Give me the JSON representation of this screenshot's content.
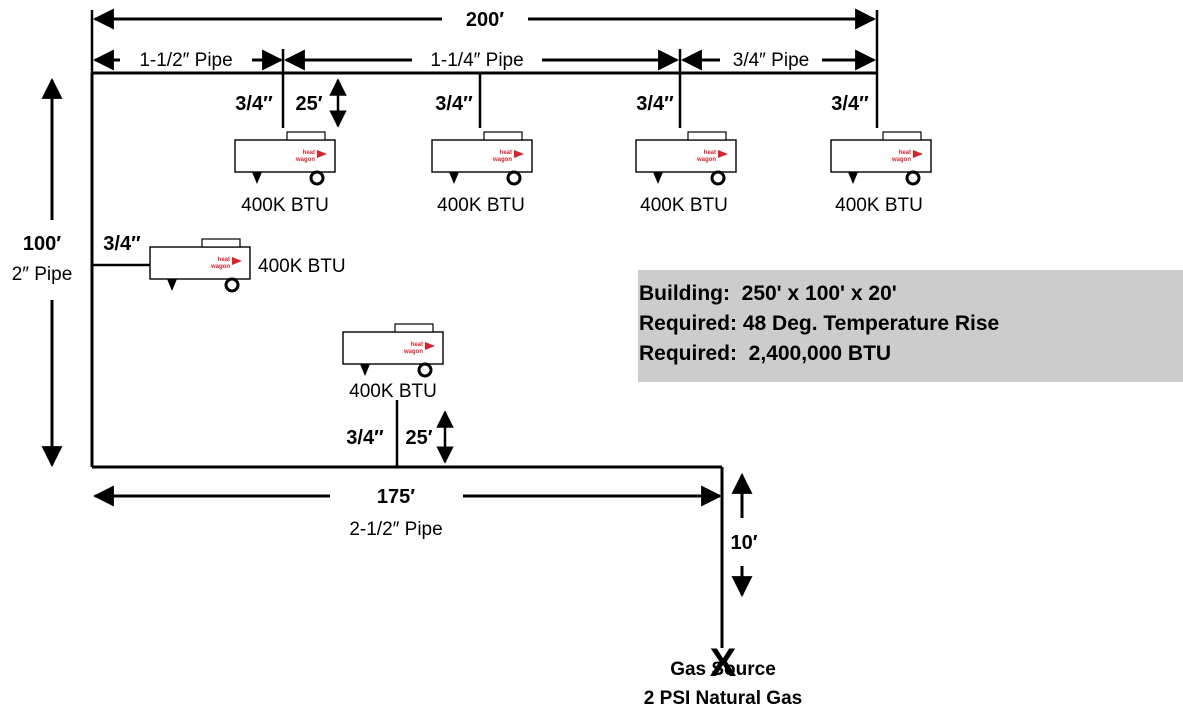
{
  "dimensions": {
    "top_length": "200′",
    "left_length": "100′",
    "left_pipe": "2″ Pipe",
    "bottom_length": "175′",
    "bottom_pipe": "2-1/2″ Pipe",
    "source_length": "10′",
    "drop_top": "25′",
    "drop_bottom": "25′"
  },
  "pipe_segments": [
    "1-1/2″ Pipe",
    "1-1/4″ Pipe",
    "3/4″ Pipe"
  ],
  "branch_label": "3/4″",
  "heaters": [
    {
      "label": "400K BTU"
    },
    {
      "label": "400K BTU"
    },
    {
      "label": "400K BTU"
    },
    {
      "label": "400K BTU"
    },
    {
      "label": "400K BTU"
    },
    {
      "label": "400K BTU"
    }
  ],
  "heater_brand": [
    "heat",
    "wagon"
  ],
  "building_info": {
    "line1": "Building:  250' x 100' x 20'",
    "line2": "Required: 48 Deg. Temperature Rise",
    "line3": "Required:  2,400,000 BTU"
  },
  "gas_source": {
    "marker": "X",
    "label": "Gas Source",
    "sublabel": "2 PSI Natural Gas"
  },
  "colors": {
    "line": "#000000",
    "brand": "#d8232a",
    "box": "#cccccc"
  }
}
